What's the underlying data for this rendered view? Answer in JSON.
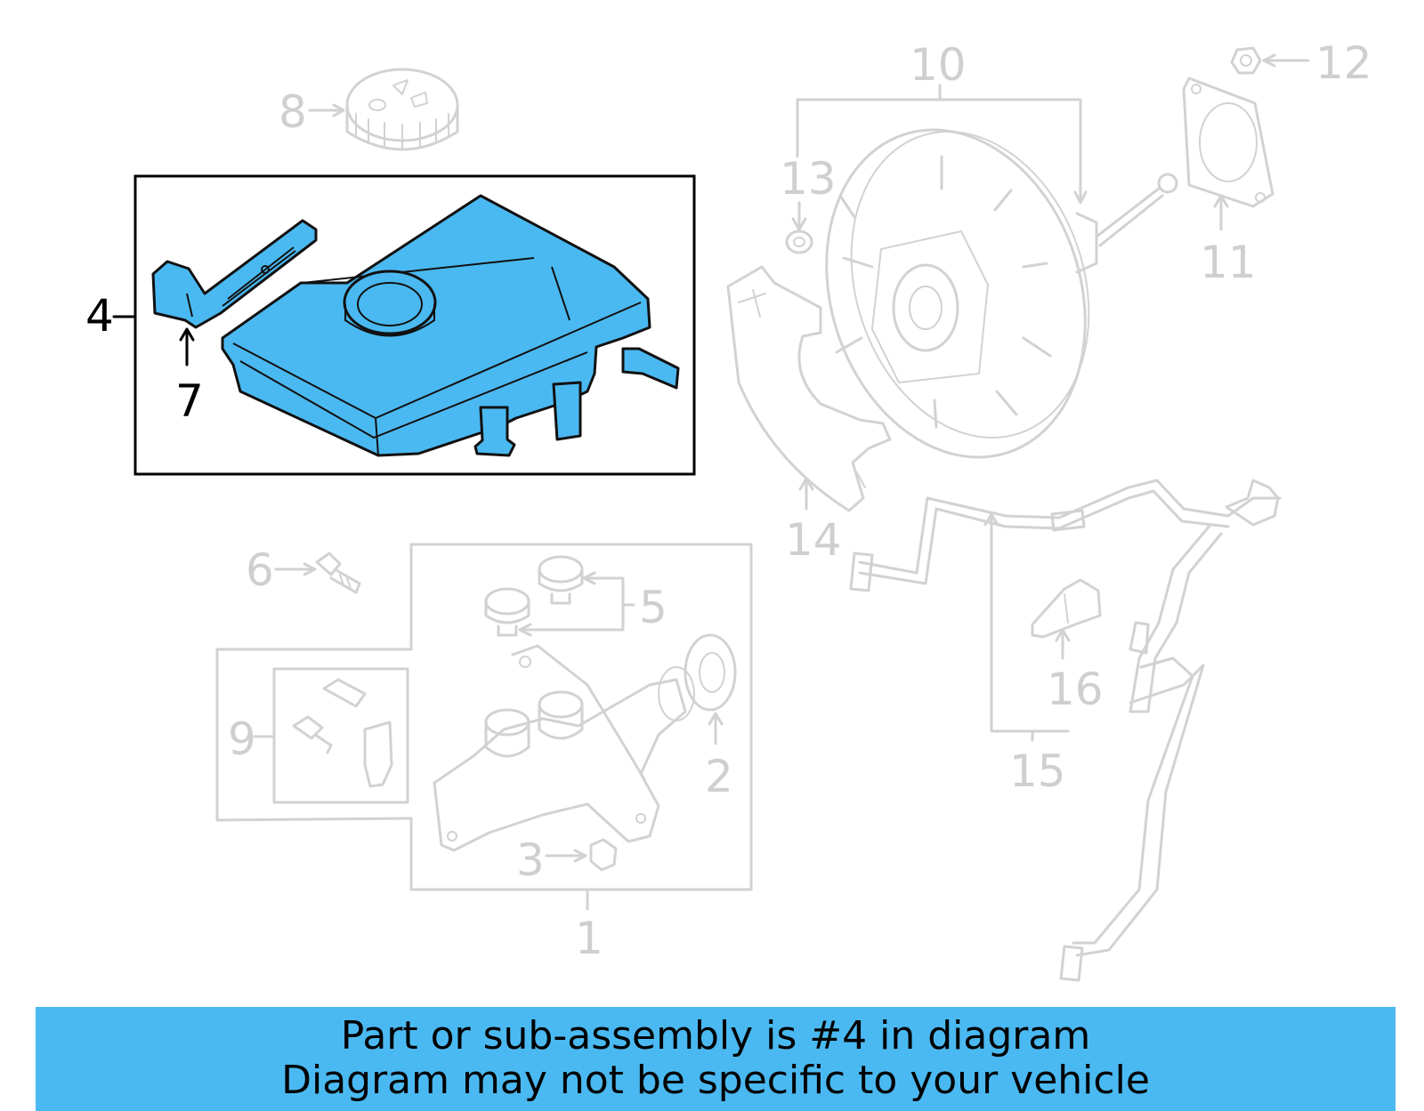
{
  "callouts": {
    "c1": "1",
    "c2": "2",
    "c3": "3",
    "c4": "4",
    "c5": "5",
    "c6": "6",
    "c7": "7",
    "c8": "8",
    "c9": "9",
    "c10": "10",
    "c11": "11",
    "c12": "12",
    "c13": "13",
    "c14": "14",
    "c15": "15",
    "c16": "16"
  },
  "highlight": {
    "part_number": "4",
    "color": "#4BB9F1"
  },
  "banner": {
    "line1": "Part or sub-assembly is #4 in diagram",
    "line2": "Diagram may not be specific to your vehicle",
    "color": "#4BB9F1"
  }
}
